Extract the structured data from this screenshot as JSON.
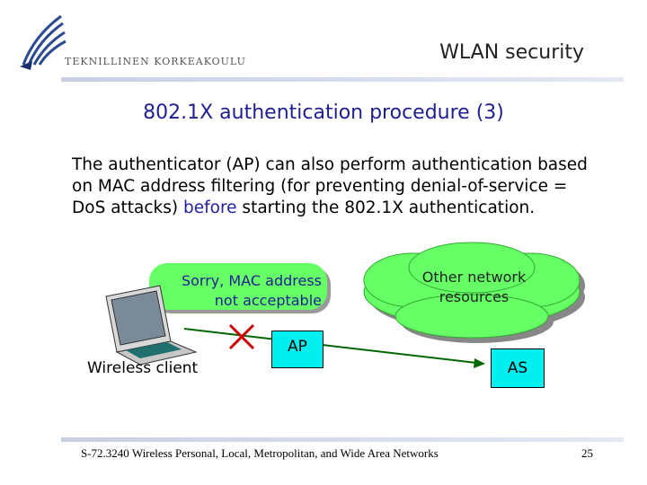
{
  "header": {
    "institution": "TEKNILLINEN KORKEAKOULU",
    "title": "WLAN security"
  },
  "slide": {
    "title": "802.1X authentication procedure (3)",
    "body_before": "The authenticator (AP) can also perform authentication based on MAC address filtering (for preventing denial-of-service = DoS attacks) ",
    "body_highlight": "before",
    "body_after": " starting the 802.1X authentication."
  },
  "diagram": {
    "message_line1": "Sorry, MAC address",
    "message_line2": "not acceptable",
    "cloud_line1": "Other network",
    "cloud_line2": "resources",
    "client_label": "Wireless client",
    "ap_label": "AP",
    "as_label": "AS",
    "colors": {
      "cloud_fill": "#66ff66",
      "box_fill": "#00f0f0",
      "arrow": "#006600",
      "cross": "#cc0000",
      "message_text": "#1f1f8f"
    }
  },
  "footer": {
    "course": "S-72.3240 Wireless Personal, Local, Metropolitan, and Wide Area Networks",
    "page_number": "25"
  }
}
